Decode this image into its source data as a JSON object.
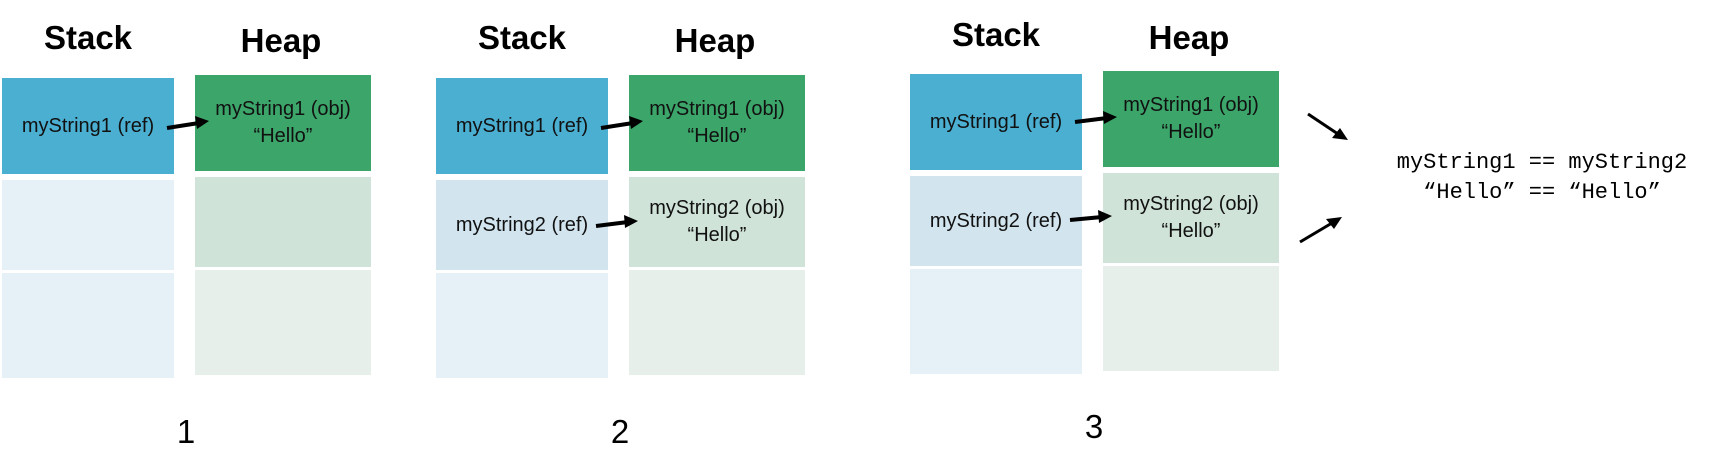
{
  "panels": [
    {
      "stack_title": "Stack",
      "heap_title": "Heap",
      "stack_cells": [
        "myString1 (ref)",
        "",
        ""
      ],
      "heap_cells": [
        "myString1 (obj)\n“Hello”",
        "",
        ""
      ],
      "step": "1"
    },
    {
      "stack_title": "Stack",
      "heap_title": "Heap",
      "stack_cells": [
        "myString1 (ref)",
        "myString2 (ref)",
        ""
      ],
      "heap_cells": [
        "myString1 (obj)\n“Hello”",
        "myString2 (obj)\n“Hello”",
        ""
      ],
      "step": "2"
    },
    {
      "stack_title": "Stack",
      "heap_title": "Heap",
      "stack_cells": [
        "myString1 (ref)",
        "myString2 (ref)",
        ""
      ],
      "heap_cells": [
        "myString1 (obj)\n“Hello”",
        "myString2 (obj)\n“Hello”",
        ""
      ],
      "step": "3"
    }
  ],
  "comparison": {
    "line1": "myString1 == myString2",
    "line2": "“Hello” == “Hello”"
  },
  "colors": {
    "stack_active": "#4bafd2",
    "stack_light": "#d2e5ef",
    "stack_empty": "#e6f0f7",
    "heap_active": "#3ca56a",
    "heap_light": "#cfe3d8",
    "heap_empty": "#e6efe9",
    "arrow": "#000000"
  }
}
